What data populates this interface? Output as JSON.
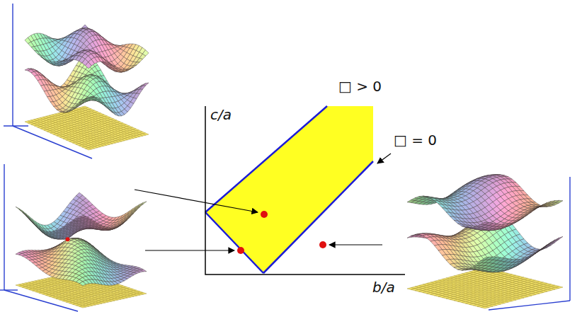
{
  "diagram": {
    "labels": [
      "□ > 0",
      "□ = 0",
      "c/a",
      "b/a"
    ]
  }
}
